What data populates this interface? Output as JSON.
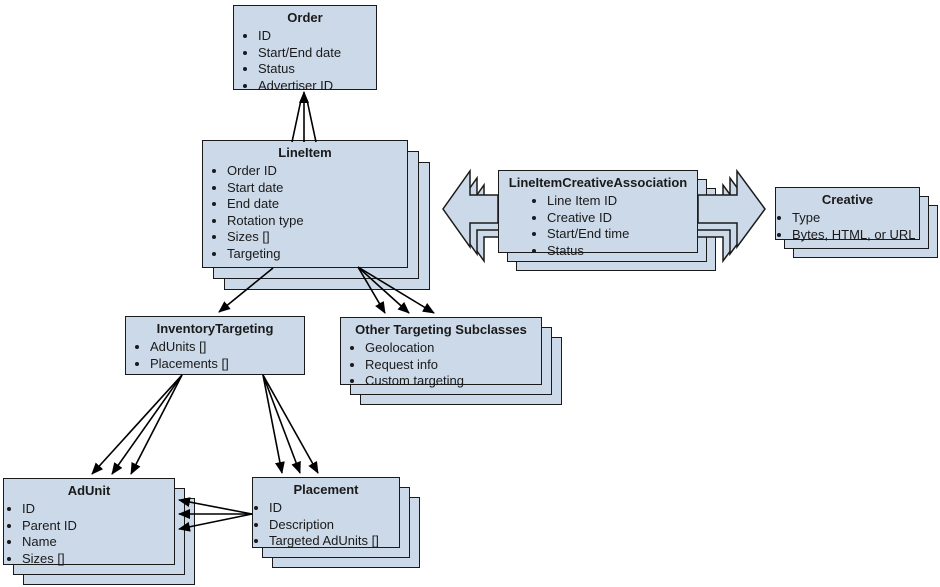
{
  "diagram": {
    "colors": {
      "box_fill": "#ccd9e8",
      "box_border": "#1a1a1a",
      "arrow_color": "#000000"
    },
    "entities": {
      "order": {
        "title": "Order",
        "fields": [
          "ID",
          "Start/End date",
          "Status",
          "Advertiser ID"
        ]
      },
      "line_item": {
        "title": "LineItem",
        "fields": [
          "Order ID",
          "Start date",
          "End date",
          "Rotation type",
          "Sizes []",
          "Targeting"
        ]
      },
      "lica": {
        "title": "LineItemCreativeAssociation",
        "fields": [
          "Line Item ID",
          "Creative ID",
          "Start/End time",
          "Status"
        ]
      },
      "creative": {
        "title": "Creative",
        "fields": [
          "Type",
          "Bytes, HTML, or URL"
        ]
      },
      "inventory_targeting": {
        "title": "InventoryTargeting",
        "fields": [
          "AdUnits []",
          "Placements []"
        ]
      },
      "other_targeting": {
        "title": "Other Targeting Subclasses",
        "fields": [
          "Geolocation",
          "Request info",
          "Custom targeting"
        ]
      },
      "ad_unit": {
        "title": "AdUnit",
        "fields": [
          "ID",
          "Parent ID",
          "Name",
          "Sizes []"
        ]
      },
      "placement": {
        "title": "Placement",
        "fields": [
          "ID",
          "Description",
          "Targeted AdUnits []"
        ]
      }
    },
    "relationships": [
      {
        "from": "line_item",
        "to": "order",
        "style": "three-lines-one-arrowhead"
      },
      {
        "from": "line_item",
        "to": "inventory_targeting",
        "style": "single-arrow"
      },
      {
        "from": "line_item",
        "to": "other_targeting",
        "style": "fan-3-arrows"
      },
      {
        "from": "inventory_targeting",
        "to": "ad_unit",
        "style": "fan-3-arrows"
      },
      {
        "from": "inventory_targeting",
        "to": "placement",
        "style": "fan-3-arrows"
      },
      {
        "from": "placement",
        "to": "ad_unit",
        "style": "fan-3-arrows-horizontal"
      },
      {
        "from": "lica",
        "to": "line_item",
        "style": "stacked-block-arrow-left"
      },
      {
        "from": "lica",
        "to": "creative",
        "style": "stacked-block-arrow-right"
      }
    ]
  }
}
